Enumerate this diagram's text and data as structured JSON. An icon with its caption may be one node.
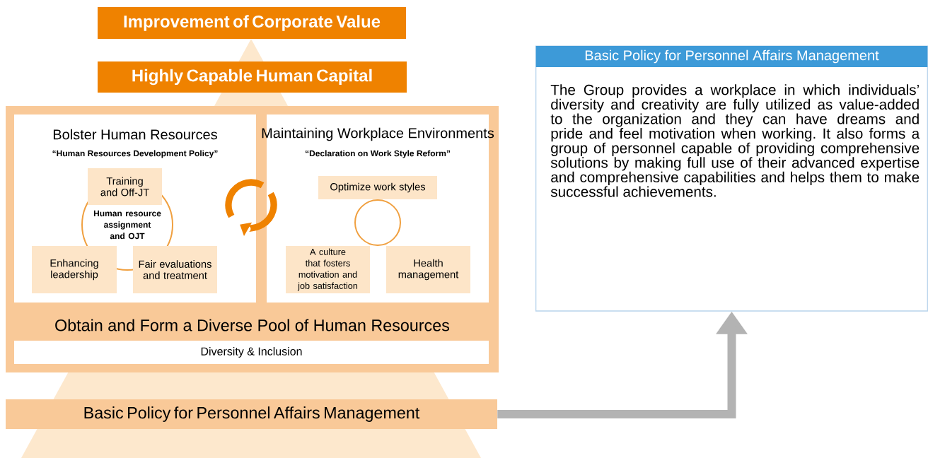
{
  "diagram": {
    "nodes": [
      {
        "text": [
          "Improvement of Corporate Value"
        ]
      },
      {
        "text": [
          "Highly Capable Human Capital"
        ]
      },
      {
        "text": [
          "Obtain and Form a Diverse Pool of Human Resources"
        ]
      },
      {
        "text": [
          "Bolster Human Resources",
          "“Human Resources Development Policy”"
        ],
        "in": 2
      },
      {
        "text": [
          "Training and Off-JT"
        ],
        "in": 3
      },
      {
        "text": [
          "Human resource assignment and OJT"
        ],
        "in": 3
      },
      {
        "text": [
          "Enhancing leadership"
        ],
        "in": 3
      },
      {
        "text": [
          "Fair evaluations and treatment"
        ],
        "in": 3
      },
      {
        "text": [
          "Maintaining Workplace Environments",
          "“Declaration on Work Style Reform”"
        ],
        "in": 2
      },
      {
        "text": [],
        "shape": "circle",
        "in": 8
      },
      {
        "text": [
          "Optimize work styles"
        ],
        "in": 8
      },
      {
        "text": [
          "A culture that fosters motivation and job satisfaction"
        ],
        "in": 8
      },
      {
        "text": [
          "Health management"
        ],
        "in": 8
      },
      {
        "text": [
          "Diversity & Inclusion"
        ],
        "in": 2
      },
      {
        "text": [
          "Basic Policy for Personnel Affairs Management"
        ]
      },
      {
        "text": [
          "Basic Policy for Personnel Affairs Management",
          "The Group provides a workplace in which individuals’ diversity and creativity are fully utilized as value-added to the organization and they can have dreams and pride and feel motivation when working. It also forms a group of personnel capable of providing comprehensive solutions by making full use of their advanced expertise and comprehensive capabilities and helps them to make successful achievements."
        ]
      }
    ],
    "edges": [
      {
        "from": 14,
        "to": 15,
        "arrow": "to",
        "color": "#b3b3b3"
      }
    ]
  }
}
